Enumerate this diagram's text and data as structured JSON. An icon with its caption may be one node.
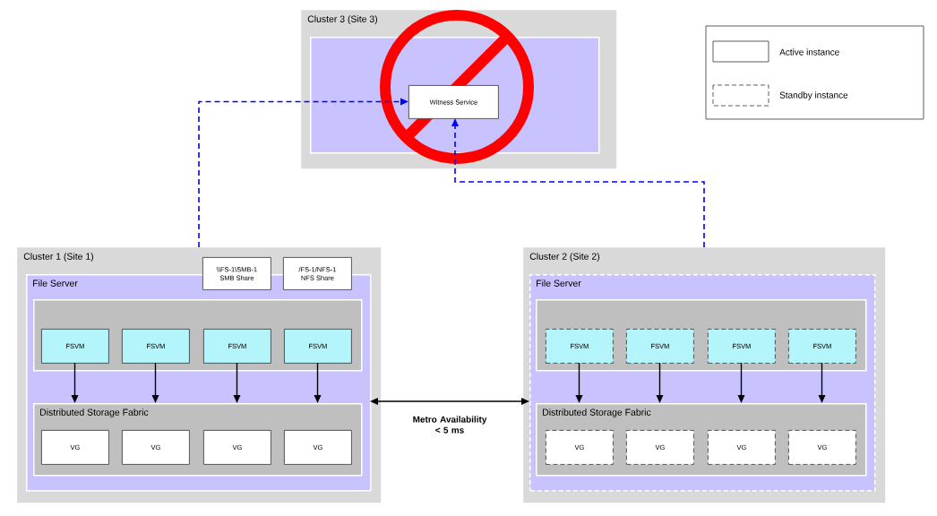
{
  "diagram": {
    "nodes": [
      {
        "text": [
          "Cluster 3 (Site 3)"
        ]
      },
      {
        "text": [],
        "shape": "box",
        "in": 0
      },
      {
        "text": [
          "Witness Service"
        ],
        "in": 1
      },
      {
        "text": [
          "Cluster 1 (Site 1)"
        ]
      },
      {
        "text": [
          "\\\\FS-1\\SMB-1",
          "SMB Share"
        ],
        "in": 3
      },
      {
        "text": [
          "/FS-1/NFS-1",
          "NFS Share"
        ],
        "in": 3
      },
      {
        "text": [
          "File Server"
        ],
        "in": 3
      },
      {
        "text": [],
        "shape": "box",
        "in": 6
      },
      {
        "text": [
          "FSVM"
        ],
        "in": 7
      },
      {
        "text": [
          "FSVM"
        ],
        "in": 7
      },
      {
        "text": [
          "FSVM"
        ],
        "in": 7
      },
      {
        "text": [
          "FSVM"
        ],
        "in": 7
      },
      {
        "text": [
          "Distributed Storage Fabric"
        ],
        "in": 6
      },
      {
        "text": [
          "VG"
        ],
        "in": 12
      },
      {
        "text": [
          "VG"
        ],
        "in": 12
      },
      {
        "text": [
          "VG"
        ],
        "in": 12
      },
      {
        "text": [
          "VG"
        ],
        "in": 12
      },
      {
        "text": [
          "Cluster 2 (Site 2)"
        ]
      },
      {
        "text": [
          "File Server"
        ],
        "in": 17
      },
      {
        "text": [],
        "shape": "box",
        "in": 18
      },
      {
        "text": [
          "FSVM"
        ],
        "in": 19
      },
      {
        "text": [
          "FSVM"
        ],
        "in": 19
      },
      {
        "text": [
          "FSVM"
        ],
        "in": 19
      },
      {
        "text": [
          "FSVM"
        ],
        "in": 19
      },
      {
        "text": [
          "Distributed Storage Fabric"
        ],
        "in": 18
      },
      {
        "text": [
          "VG"
        ],
        "in": 24
      },
      {
        "text": [
          "VG"
        ],
        "in": 24
      },
      {
        "text": [
          "VG"
        ],
        "in": 24
      },
      {
        "text": [
          "VG"
        ],
        "in": 24
      }
    ],
    "edges": [
      {
        "from": 3,
        "to": 2,
        "arrow": "to",
        "style": "dashed",
        "color": "#0000ff"
      },
      {
        "from": 17,
        "to": 2,
        "arrow": "to",
        "style": "dashed",
        "color": "#0000ff"
      },
      {
        "from": 6,
        "to": 18,
        "arrow": "both",
        "label": "Metro Availability < 5 ms"
      },
      {
        "from": 8,
        "to": 12,
        "arrow": "to"
      },
      {
        "from": 9,
        "to": 12,
        "arrow": "to"
      },
      {
        "from": 10,
        "to": 12,
        "arrow": "to"
      },
      {
        "from": 11,
        "to": 12,
        "arrow": "to"
      },
      {
        "from": 20,
        "to": 24,
        "arrow": "to"
      },
      {
        "from": 21,
        "to": 24,
        "arrow": "to"
      },
      {
        "from": 22,
        "to": 24,
        "arrow": "to"
      },
      {
        "from": 23,
        "to": 24,
        "arrow": "to"
      }
    ],
    "legend": [
      {
        "text": "Active instance"
      },
      {
        "text": "Standby instance"
      }
    ]
  }
}
